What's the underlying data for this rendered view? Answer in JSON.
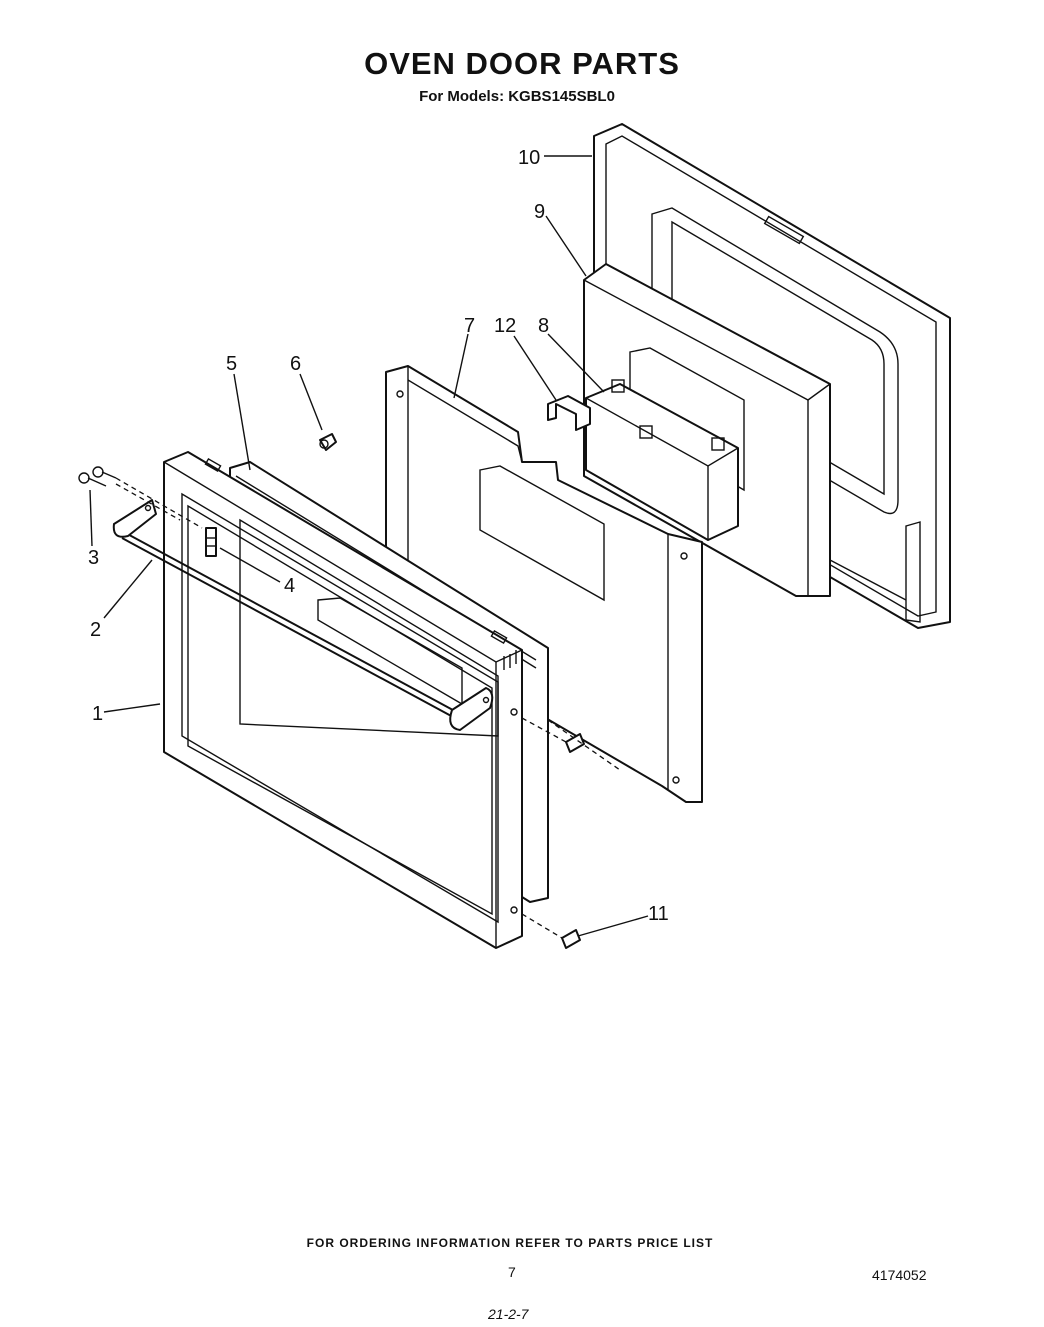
{
  "header": {
    "title": "OVEN DOOR PARTS",
    "subtitle": "For Models: KGBS145SBL0"
  },
  "callouts": [
    "1",
    "2",
    "3",
    "4",
    "5",
    "6",
    "7",
    "8",
    "9",
    "10",
    "11",
    "12"
  ],
  "footer": {
    "ordering_note": "FOR ORDERING INFORMATION REFER TO PARTS PRICE LIST",
    "page_number": "7",
    "document_number": "4174052",
    "handwritten_note": "21-2-7"
  }
}
